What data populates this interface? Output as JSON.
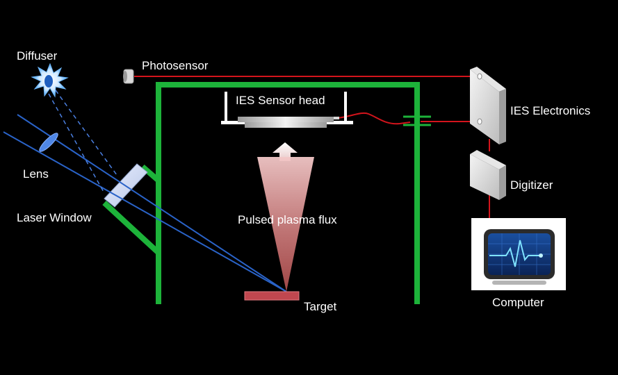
{
  "labels": {
    "diffuser": "Diffuser",
    "photosensor": "Photosensor",
    "ies_sensor_head": "IES Sensor head",
    "ies_electronics": "IES Electronics",
    "lens": "Lens",
    "digitizer": "Digitizer",
    "laser_window": "Laser Window",
    "pulsed_plasma_flux": "Pulsed plasma flux",
    "computer": "Computer",
    "target": "Target"
  },
  "colors": {
    "background": "#000000",
    "chamber": "#1db33a",
    "signal_wire": "#d4141c",
    "laser_beam": "#2a63c8",
    "target": "#c0474f"
  },
  "icons": {
    "diffuser": "starburst-icon",
    "photosensor": "photosensor-icon",
    "computer": "monitor-heartbeat-icon"
  }
}
